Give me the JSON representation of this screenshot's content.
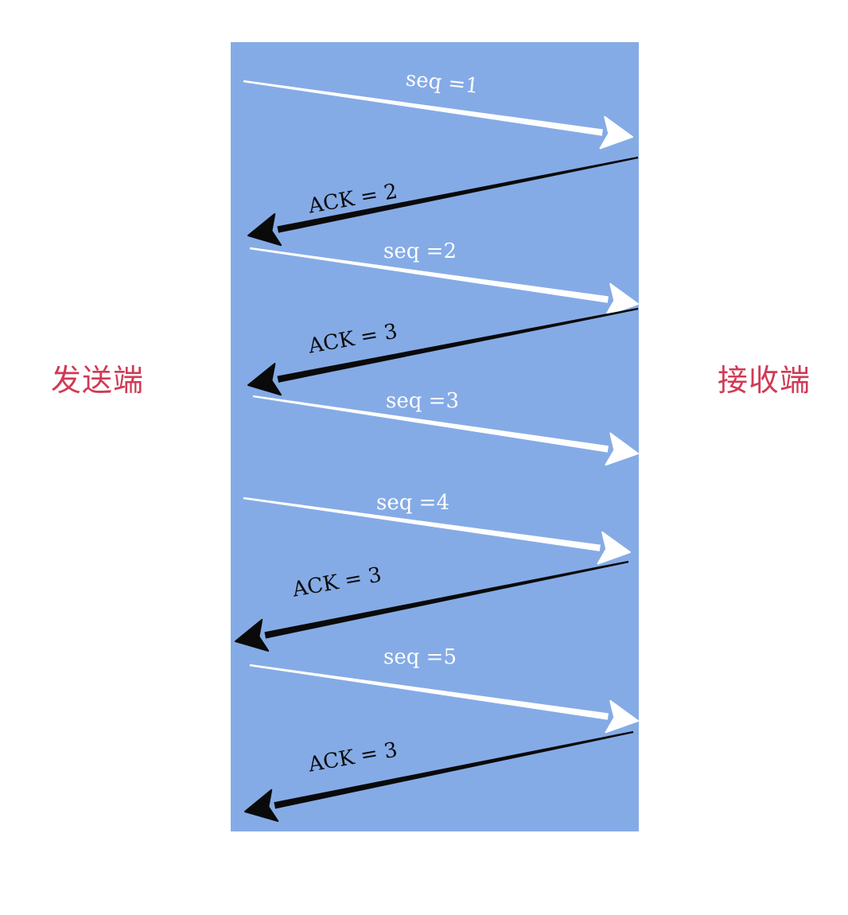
{
  "colors": {
    "panel": "#85ABE6",
    "forward": "#ffffff",
    "ack": "#0a0a0a",
    "side_label": "#D03A55"
  },
  "sender": {
    "label": "发送端"
  },
  "receiver": {
    "label": "接收端"
  },
  "messages": [
    {
      "kind": "seq",
      "label": "seq =1"
    },
    {
      "kind": "ack",
      "label": "ACK = 2"
    },
    {
      "kind": "seq",
      "label": "seq =2"
    },
    {
      "kind": "ack",
      "label": "ACK = 3"
    },
    {
      "kind": "seq",
      "label": "seq =3"
    },
    {
      "kind": "seq",
      "label": "seq =4"
    },
    {
      "kind": "ack",
      "label": "ACK = 3"
    },
    {
      "kind": "seq",
      "label": "seq =5"
    },
    {
      "kind": "ack",
      "label": "ACK = 3"
    }
  ]
}
